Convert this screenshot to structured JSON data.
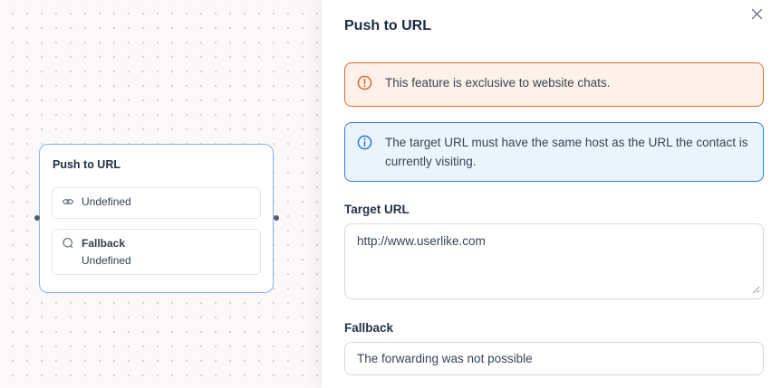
{
  "colors": {
    "warning_border": "#e8692d",
    "warning_bg": "#fdf1e9",
    "info_border": "#2e80e3",
    "info_bg": "#ebf3fc",
    "node_border": "#85b3ec",
    "canvas_bg": "#faf8f8"
  },
  "canvas": {
    "node": {
      "title": "Push to URL",
      "target_row": {
        "icon": "link-icon",
        "label": "Undefined"
      },
      "fallback_row": {
        "icon": "chat-bubble-icon",
        "title": "Fallback",
        "subtitle": "Undefined"
      }
    }
  },
  "panel": {
    "title": "Push to URL",
    "close_icon": "close-x-icon",
    "alerts": {
      "warning": {
        "icon": "warning-circle-icon",
        "text": "This feature is exclusive to website chats."
      },
      "info": {
        "icon": "info-circle-icon",
        "text": "The target URL must have the same host as the URL the contact is currently visiting."
      }
    },
    "target_url": {
      "label": "Target URL",
      "value": "http://www.userlike.com"
    },
    "fallback": {
      "label": "Fallback",
      "value": "The forwarding was not possible"
    }
  }
}
